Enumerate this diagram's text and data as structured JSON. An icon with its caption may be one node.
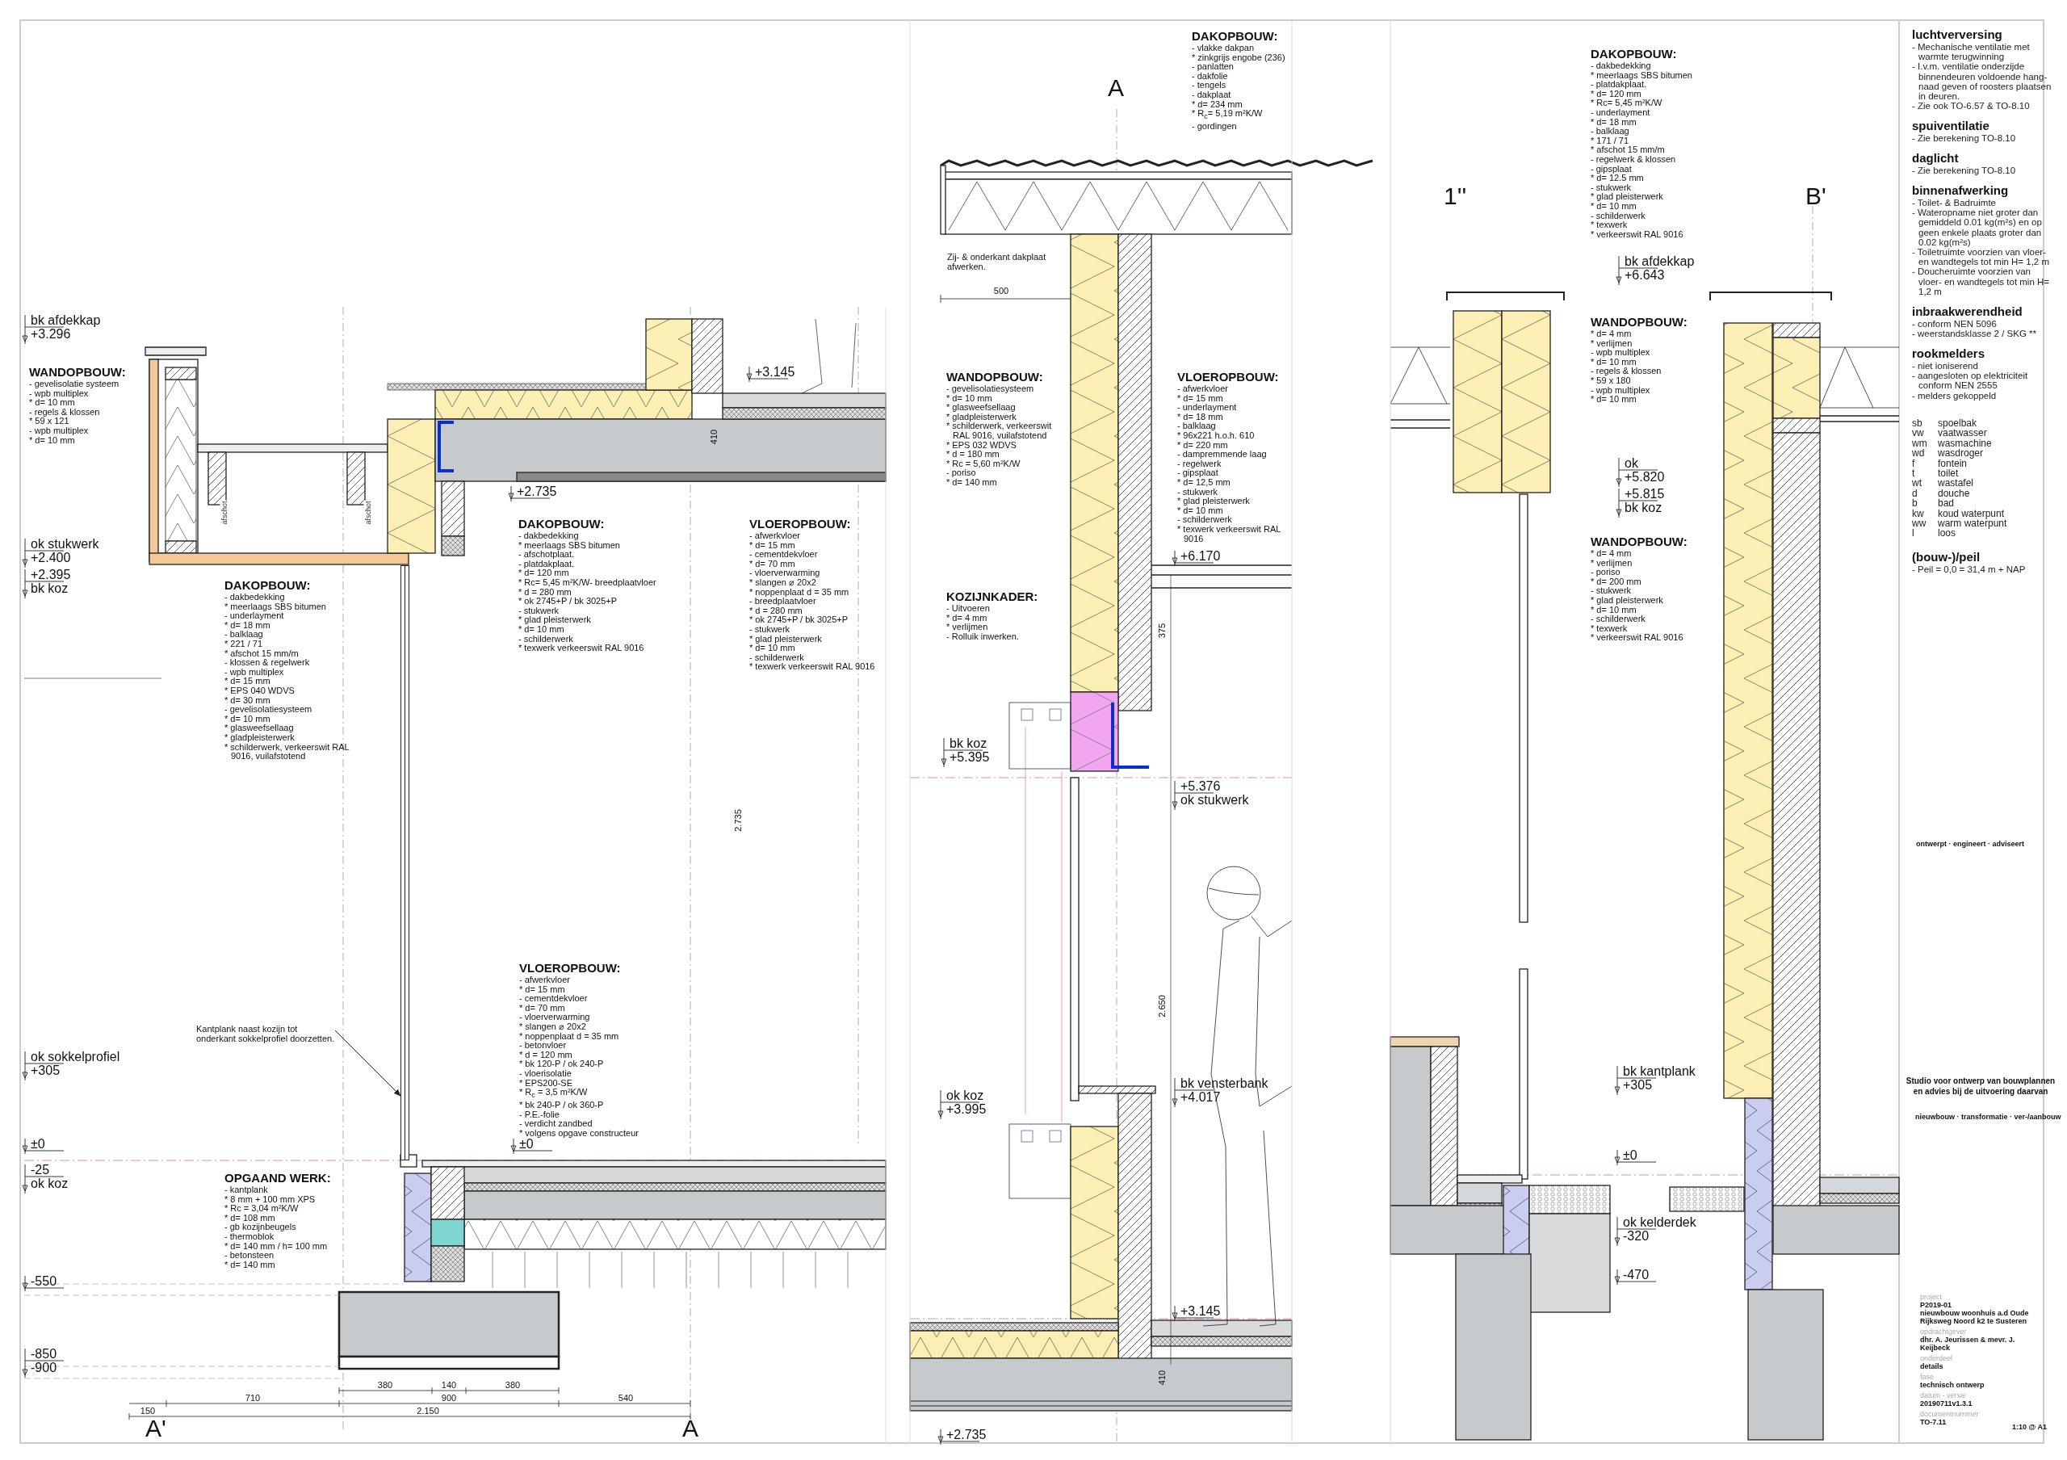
{
  "diagram": {
    "nodes": [
      {
        "text": [
          "Kantplank naast kozijn tot onderkant sokkelprofiel doorzetten."
        ]
      },
      {
        "text": [],
        "shape": "bar"
      }
    ],
    "edges": [
      {
        "from": 0,
        "to": 1,
        "arrow": "to"
      }
    ],
    "labels": [
      "bk afdekkap",
      "+3.296",
      "WANDOPBOUW:",
      "- gevelisolatie systeem",
      "- wpb multiplex",
      "* d= 10 mm",
      "- regels & klossen",
      "* 59 x 121",
      "- wpb multiplex",
      "* d= 10 mm",
      "ok stukwerk",
      "+2.400",
      "+2.395",
      "bk koz",
      "afschot",
      "afschot",
      "+3.145",
      "+2.735",
      "410",
      "DAKOPBOUW:",
      "- dakbedekking",
      "* meerlaags SBS bitumen",
      "- underlayment",
      "* d= 18 mm",
      "- balklaag",
      "* 221 / 71",
      "* afschot 15 mm/m",
      "- klossen & regelwerk",
      "- wpb multiplex",
      "* d= 15 mm",
      "* EPS 040 WDVS",
      "* d= 30 mm",
      "- gevelisolatiesysteem",
      "* d= 10 mm",
      "* glasweefsellaag",
      "* gladpleisterwerk",
      "* schilderwerk, verkeerswit RAL 9016, vuilafstotend",
      "DAKOPBOUW:",
      "- dakbedekking",
      "* meerlaags SBS bitumen",
      "- afschotplaat.",
      "- platdakplaat.",
      "* d= 120 mm",
      "* Rc= 5,45 m²K/W- breedplaatvloer",
      "* d = 280 mm",
      "* ok 2745+P / bk 3025+P",
      "- stukwerk",
      "* glad pleisterwerk",
      "* d= 10 mm",
      "- schilderwerk",
      "* texwerk verkeerswit RAL 9016",
      "VLOEROPBOUW:",
      "- afwerkvloer",
      "* d= 15 mm",
      "- cementdekvloer",
      "* d= 70 mm",
      "- vloerverwarming",
      "* slangen ⌀ 20x2",
      "* noppenplaat d = 35 mm",
      "- breedplaatvloer",
      "* d = 280 mm",
      "* ok 2745+P / bk 3025+P",
      "- stukwerk",
      "* glad pleisterwerk",
      "* d= 10 mm",
      "- schilderwerk",
      "* texwerk verkeerswit RAL 9016",
      "2.735",
      "ok sokkelprofiel",
      "+305",
      "VLOEROPBOUW:",
      "- afwerkvloer",
      "* d= 15 mm",
      "- cementdekvloer",
      "* d= 70 mm",
      "- vloerverwarming",
      "* slangen ⌀ 20x2",
      "* noppenplaat d = 35 mm",
      "- betonvloer",
      "* d = 120 mm",
      "* bk 120-P / ok 240-P",
      "- vloerisolatie",
      "* EPS200-SE",
      "* R$_{c}$ = 3,5 m²K/W",
      "* bk 240-P / ok 360-P",
      "- P.E.-folie",
      "- verdicht zandbed",
      "* volgens opgave constructeur",
      "±0",
      "±0",
      "-25",
      "ok koz",
      "OPGAAND WERK:",
      "- kantplank",
      "* 8 mm + 100 mm XPS",
      "* Rc = 3,04 m²K/W",
      "* d= 108 mm",
      "- gb kozijnbeugels",
      "- thermoblok",
      "* d= 140 mm / h= 100 mm",
      "- betonsteen",
      "* d= 140 mm",
      "-550",
      "-850",
      "-900",
      "380",
      "140",
      "380",
      "710",
      "900",
      "540",
      "150",
      "2.150",
      "A'",
      "A",
      "DAKOPBOUW:",
      "- vlakke dakpan",
      "* zinkgrijs engobe (236)",
      "- panlatten",
      "- dakfolie",
      "- tengels",
      "- dakplaat",
      "* d= 234 mm",
      "* R$_{c}$= 5,19 m²K/W",
      "- gordingen",
      "A",
      "Zij- & onderkant dakplaat afwerken.",
      "500",
      "WANDOPBOUW:",
      "- gevelisolatiesysteem",
      "* d= 10 mm",
      "* glasweefsellaag",
      "* gladpleisterwerk",
      "* schilderwerk, verkeerswit RAL 9016, vuilafstotend",
      "* EPS 032 WDVS",
      "* d = 180 mm",
      "* Rc = 5,60 m²K/W",
      "- poriso",
      "* d= 140 mm",
      "VLOEROPBOUW:",
      "- afwerkvloer",
      "* d= 15 mm",
      "- underlayment",
      "* d= 18 mm",
      "- balklaag",
      "* 96x221 h.o.h. 610",
      "* d= 220 mm",
      "- dampremmende laag",
      "- regelwerk",
      "- gipsplaat",
      "* d= 12,5 mm",
      "- stukwerk",
      "* glad pleisterwerk",
      "* d= 10 mm",
      "- schilderwerk",
      "* texwerk verkeerswit RAL 9016",
      "+6.170",
      "375",
      "KOZIJNKADER:",
      "- Uitvoeren",
      "* d= 4 mm",
      "* verlijmen",
      "- Rolluik inwerken.",
      "bk koz",
      "+5.395",
      "+5.376",
      "ok stukwerk",
      "2.650",
      "ok koz",
      "+3.995",
      "bk vensterbank",
      "+4.017",
      "+3.145",
      "410",
      "+2.735",
      "1''",
      "B'",
      "DAKOPBOUW:",
      "- dakbedekking",
      "* meerlaags SBS bitumen",
      "- platdakplaat.",
      "* d= 120 mm",
      "* Rc= 5,45 m²K/W",
      "- underlayment",
      "* d= 18 mm",
      "- balklaag",
      "* 171 / 71",
      "* afschot 15 mm/m",
      "- regelwerk & klossen",
      "- gipsplaat",
      "* d= 12.5 mm",
      "- stukwerk",
      "* glad pleisterwerk",
      "* d= 10 mm",
      "- schilderwerk",
      "* texwerk",
      "* verkeerswit RAL 9016",
      "bk afdekkap",
      "+6.643",
      "WANDOPBOUW:",
      "* d= 4 mm",
      "* verlijmen",
      "- wpb multiplex",
      "* d= 10 mm",
      "- regels & klossen",
      "* 59 x 180",
      "- wpb multiplex",
      "* d= 10 mm",
      "ok",
      "+5.820",
      "+5.815",
      "bk koz",
      "WANDOPBOUW:",
      "* d= 4 mm",
      "* verlijmen",
      "- poriso",
      "* d= 200 mm",
      "- stukwerk",
      "* glad pleisterwerk",
      "* d= 10 mm",
      "- schilderwerk",
      "* texwerk",
      "* verkeerswit RAL 9016",
      "bk kantplank",
      "+305",
      "±0",
      "ok kelderdek",
      "-320",
      "-470",
      "luchtverversing",
      "- Mechanische ventilatie met warmte terugwinning",
      "- I.v.m. ventilatie onderzijde binnendeuren voldoende hang-naad geven of roosters plaatsen in deuren.",
      "- Zie ook TO-6.57 & TO-8.10",
      "spuiventilatie",
      "- Zie berekening TO-8.10",
      "daglicht",
      "- Zie berekening TO-8.10",
      "binnenafwerking",
      "- Toilet- & Badruimte",
      "- Wateropname niet groter dan gemiddeld 0.01 kg(m²s) en op geen enkele plaats groter dan 0.02 kg(m²s)",
      "- Toiletruimte voorzien van vloer- en wandtegels tot min H= 1,2 m",
      "- Doucheruimte voorzien van vloer- en wandtegels tot min H= 1,2 m",
      "inbraakwerendheid",
      "- conform NEN 5096",
      "- weerstandsklasse 2 / SKG **",
      "rookmelders",
      "- niet ioniserend",
      "- aangesloten op elektriciteit conform NEN 2555",
      "- melders gekoppeld",
      "sb",
      "spoelbak",
      "vw",
      "vaatwasser",
      "wm",
      "wasmachine",
      "wd",
      "wasdroger",
      "f",
      "fontein",
      "t",
      "toilet",
      "wt",
      "wastafel",
      "d",
      "douche",
      "b",
      "bad",
      "kw",
      "koud waterpunt",
      "ww",
      "warm waterpunt",
      "l",
      "loos",
      "(bouw-)/peil",
      "- Peil = 0,0 = 31,4 m + NAP",
      "ontwerpt · engineert · adviseert",
      "Studio voor ontwerp van bouwplannen en advies bij de uitvoering daarvan",
      "nieuwbouw · transformatie · ver-/aanbouw",
      "project",
      "P2019-01",
      "nieuwbouw woonhuis a.d Oude Rijksweg Noord k2 te Susteren",
      "opdrachtgever",
      "dhr. A. Jeurissen & mevr. J. Keijbeck",
      "onderdeel",
      "details",
      "fase",
      "technisch ontwerp",
      "datum - versie",
      "20190711v1.3.1",
      "documentnummer",
      "TO-7.11",
      "1:10 @ A1"
    ]
  }
}
